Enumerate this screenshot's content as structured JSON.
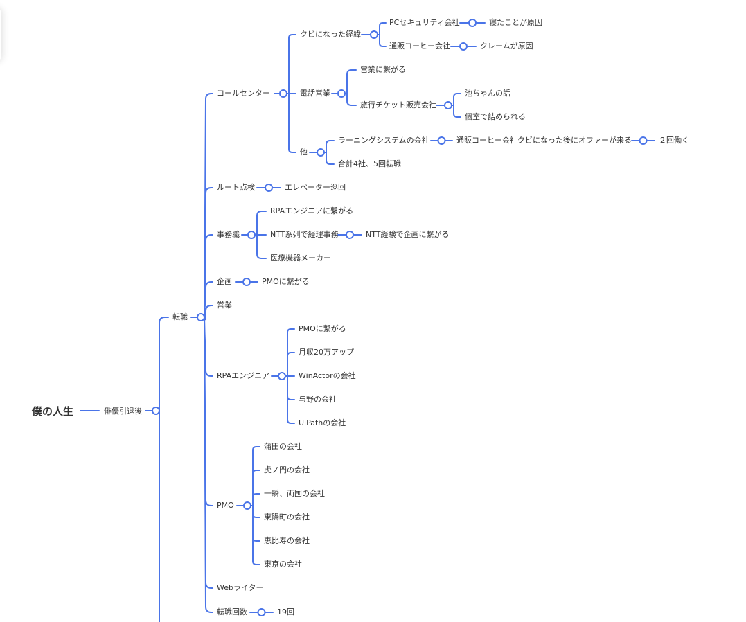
{
  "accent_color": "#4a74e8",
  "root": "僕の人生",
  "haiyu": "俳優引退後",
  "tenshoku": "転職",
  "call_center": {
    "label": "コールセンター",
    "kubi": {
      "label": "クビになった経緯",
      "pc_security": "PCセキュリティ会社",
      "pc_reason": "寝たことが原因",
      "tsuhan": "通販コーヒー会社",
      "tsuhan_reason": "クレームが原因"
    },
    "denwa": {
      "label": "電話営業",
      "eigyo_link": "営業に繋がる",
      "ryoko": "旅行チケット販売会社",
      "ike": "池ちゃんの話",
      "koshitsu": "個室で詰められる"
    },
    "other": {
      "label": "他",
      "learning": "ラーニングシステムの会社",
      "offer": "通販コーヒー会社クビになった後にオファーが来る",
      "twice": "２回働く",
      "total": "合計4社、5回転職"
    }
  },
  "route": {
    "label": "ルート点検",
    "elevator": "エレベーター巡回"
  },
  "jimu": {
    "label": "事務職",
    "rpa_link": "RPAエンジニアに繋がる",
    "ntt": "NTT系列で経理事務",
    "ntt_link": "NTT経験で企画に繋がる",
    "iryo": "医療機器メーカー"
  },
  "kikaku": {
    "label": "企画",
    "pmo_link": "PMOに繋がる"
  },
  "eigyo": "営業",
  "rpa": {
    "label": "RPAエンジニア",
    "pmo_link": "PMOに繋がる",
    "salary": "月収20万アップ",
    "winactor": "WinActorの会社",
    "yono": "与野の会社",
    "uipath": "UiPathの会社"
  },
  "pmo": {
    "label": "PMO",
    "kamata": "蒲田の会社",
    "toranomon": "虎ノ門の会社",
    "ryogoku": "一瞬、両国の会社",
    "toyocho": "東陽町の会社",
    "ebisu": "恵比寿の会社",
    "tokyo": "東京の会社"
  },
  "web_writer": "Webライター",
  "count": {
    "label": "転職回数",
    "value": "19回"
  }
}
